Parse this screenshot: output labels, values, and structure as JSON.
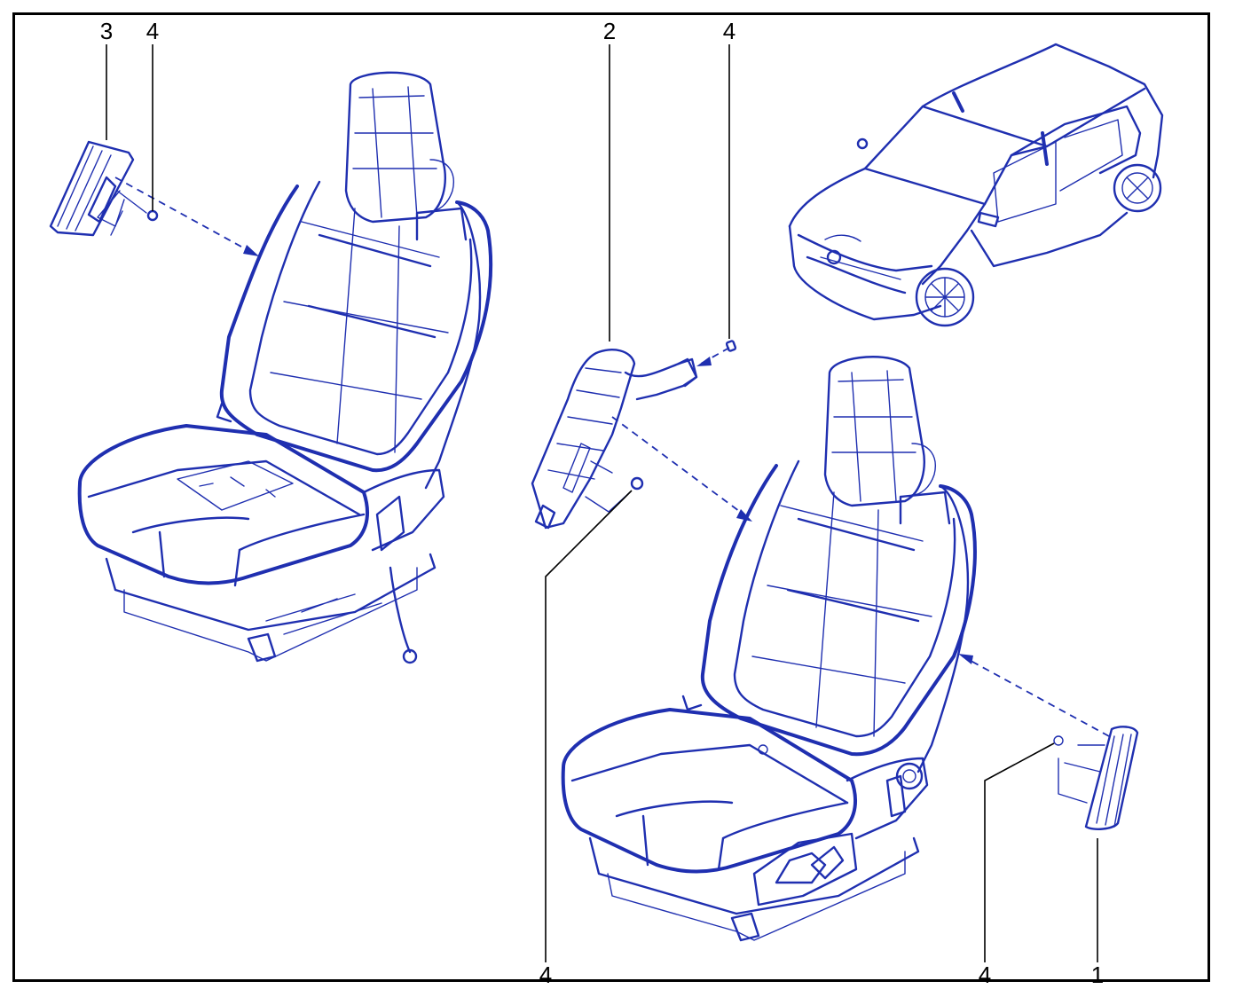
{
  "diagram": {
    "colors": {
      "line": "#1f2fb0",
      "callout": "#000000",
      "background": "#ffffff"
    },
    "callouts": [
      {
        "id": "c3-top",
        "label": "3"
      },
      {
        "id": "c4-top-left",
        "label": "4"
      },
      {
        "id": "c2-top",
        "label": "2"
      },
      {
        "id": "c4-top-right",
        "label": "4"
      },
      {
        "id": "c4-bottom-center",
        "label": "4"
      },
      {
        "id": "c4-bottom-right",
        "label": "4"
      },
      {
        "id": "c1-bottom",
        "label": "1"
      }
    ]
  }
}
